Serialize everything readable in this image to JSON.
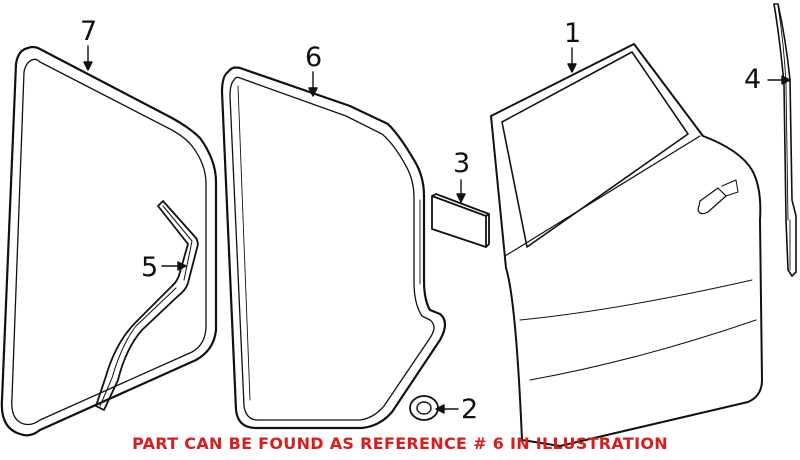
{
  "diagram": {
    "type": "exploded-parts-illustration",
    "subject": "Rear door & weatherstrip components",
    "callouts": [
      {
        "ref": "1",
        "part": "door-shell"
      },
      {
        "ref": "2",
        "part": "plug"
      },
      {
        "ref": "3",
        "part": "pad-block"
      },
      {
        "ref": "4",
        "part": "channel-strip"
      },
      {
        "ref": "5",
        "part": "seal-strip-curved"
      },
      {
        "ref": "6",
        "part": "door-weatherstrip"
      },
      {
        "ref": "7",
        "part": "body-weatherstrip"
      }
    ]
  },
  "labels": {
    "l1": "1",
    "l2": "2",
    "l3": "3",
    "l4": "4",
    "l5": "5",
    "l6": "6",
    "l7": "7"
  },
  "caption": {
    "text": "PART CAN BE FOUND AS REFERENCE # 6 IN ILLUSTRATION",
    "color": "#d91c1c"
  }
}
